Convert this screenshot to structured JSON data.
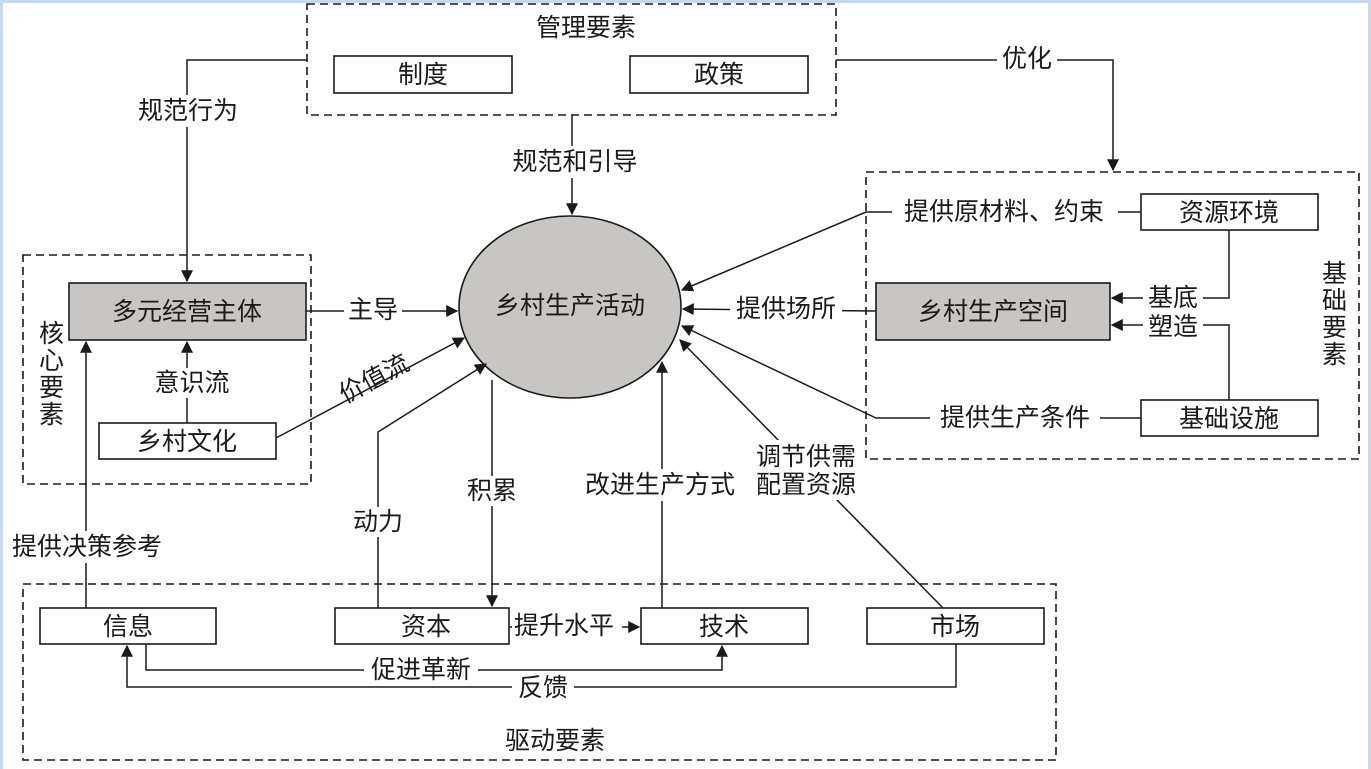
{
  "groups": {
    "management": "管理要素",
    "core": "核心要素",
    "foundation": "基础要素",
    "driving": "驱动要素"
  },
  "nodes": {
    "system": "制度",
    "policy": "政策",
    "center": "乡村生产活动",
    "operators": "多元经营主体",
    "culture": "乡村文化",
    "resources": "资源环境",
    "space": "乡村生产空间",
    "infrastructure": "基础设施",
    "information": "信息",
    "capital": "资本",
    "technology": "技术",
    "market": "市场"
  },
  "edges": {
    "normalize_behavior": "规范行为",
    "optimize": "优化",
    "regulate_guide": "规范和引导",
    "lead": "主导",
    "consciousness_flow": "意识流",
    "value_flow": "价值流",
    "provide_materials": "提供原材料、约束",
    "provide_site": "提供场所",
    "base": "基底",
    "shape": "塑造",
    "provide_conditions": "提供生产条件",
    "decision_reference": "提供决策参考",
    "power": "动力",
    "accumulate": "积累",
    "improve_methods": "改进生产方式",
    "regulate_supply_1": "调节供需",
    "regulate_supply_2": "配置资源",
    "raise_level": "提升水平",
    "promote_innovation": "促进革新",
    "feedback": "反馈"
  },
  "colors": {
    "line": "#1a1a1a",
    "highlight_fill": "#c8c5c5",
    "border": "#c9d8ea"
  }
}
